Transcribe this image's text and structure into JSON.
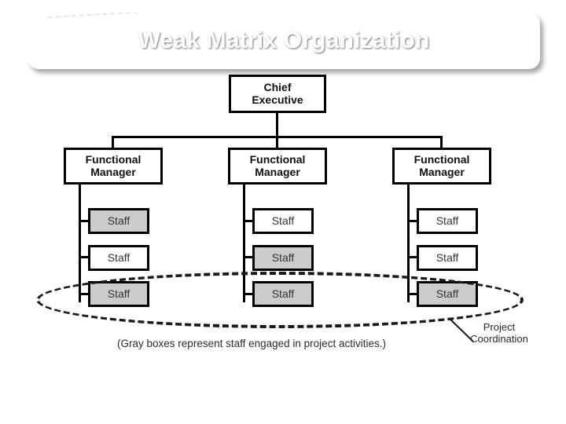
{
  "slide": {
    "title": "Weak Matrix Organization",
    "background_color": "#ffffff",
    "title_bar": {
      "accent_color": "#2d618e",
      "dark_color": "#0b1d30",
      "text_color": "#ffffff"
    }
  },
  "chart": {
    "type": "org-chart",
    "executive": {
      "label": "Chief\nExecutive",
      "fill": "white"
    },
    "columns": [
      {
        "manager": {
          "label": "Functional\nManager",
          "fill": "white"
        },
        "staff": [
          {
            "label": "Staff",
            "fill": "gray"
          },
          {
            "label": "Staff",
            "fill": "white"
          },
          {
            "label": "Staff",
            "fill": "gray"
          }
        ]
      },
      {
        "manager": {
          "label": "Functional\nManager",
          "fill": "white"
        },
        "staff": [
          {
            "label": "Staff",
            "fill": "white"
          },
          {
            "label": "Staff",
            "fill": "gray"
          },
          {
            "label": "Staff",
            "fill": "gray"
          }
        ]
      },
      {
        "manager": {
          "label": "Functional\nManager",
          "fill": "white"
        },
        "staff": [
          {
            "label": "Staff",
            "fill": "white"
          },
          {
            "label": "Staff",
            "fill": "white"
          },
          {
            "label": "Staff",
            "fill": "gray"
          }
        ]
      }
    ],
    "annotation": {
      "ellipse_label": "Project\nCoordination",
      "caption": "(Gray boxes represent staff engaged in project activities.)"
    },
    "legend": {
      "gray_fill": "#cccccc",
      "white_fill": "#ffffff",
      "border_color": "#000000"
    }
  }
}
